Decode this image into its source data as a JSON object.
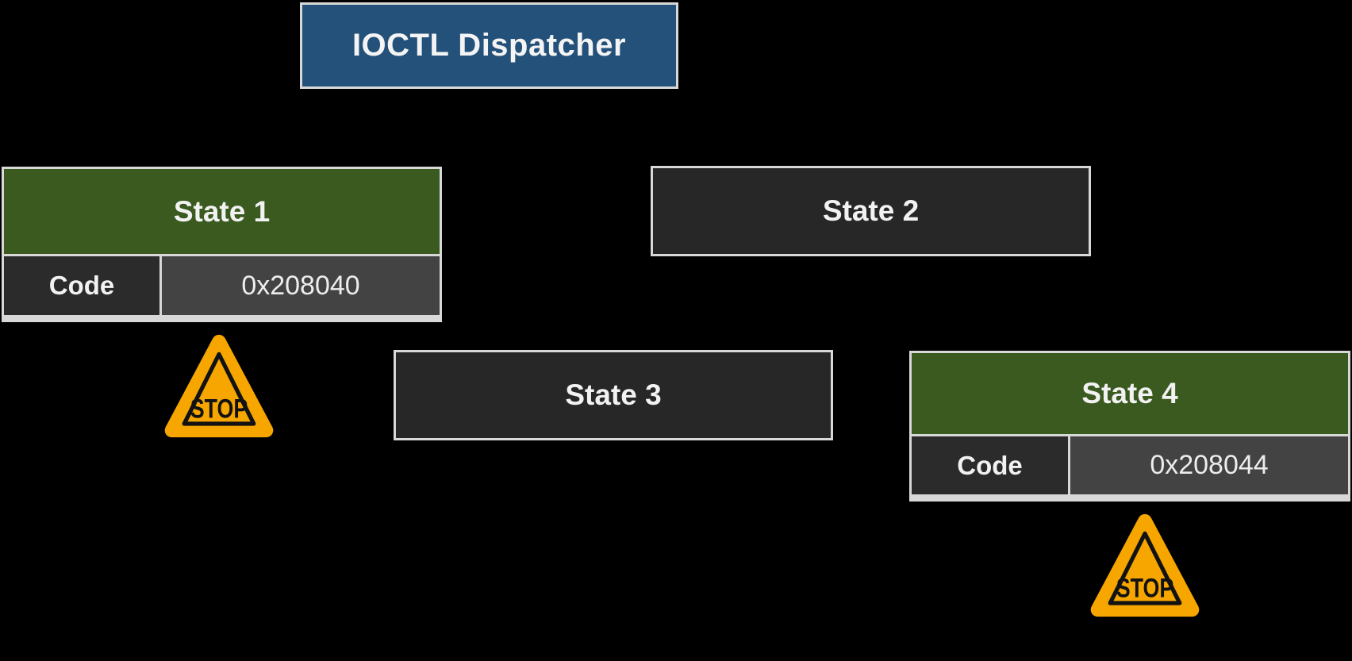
{
  "diagram": {
    "background_color": "#000000",
    "dispatcher": {
      "label": "IOCTL Dispatcher",
      "color": "#24517A"
    },
    "states": [
      {
        "name": "State 1",
        "variant": "green-with-code",
        "header_color": "#3A5A20",
        "code_label": "Code",
        "code_value": "0x208040",
        "has_stop_icon": true
      },
      {
        "name": "State 2",
        "variant": "dark",
        "header_color": "#272727",
        "has_stop_icon": false
      },
      {
        "name": "State 3",
        "variant": "dark",
        "header_color": "#272727",
        "has_stop_icon": false
      },
      {
        "name": "State 4",
        "variant": "green-with-code",
        "header_color": "#3A5A20",
        "code_label": "Code",
        "code_value": "0x208044",
        "has_stop_icon": true
      }
    ],
    "stop_sign": {
      "label": "STOP",
      "fill_color": "#F7A600"
    },
    "colors": {
      "border": "#D8D8D8",
      "code_label_bg": "#2B2B2B",
      "code_value_bg": "#434343",
      "text": "#F2F2F2",
      "connector": "#000000"
    }
  }
}
